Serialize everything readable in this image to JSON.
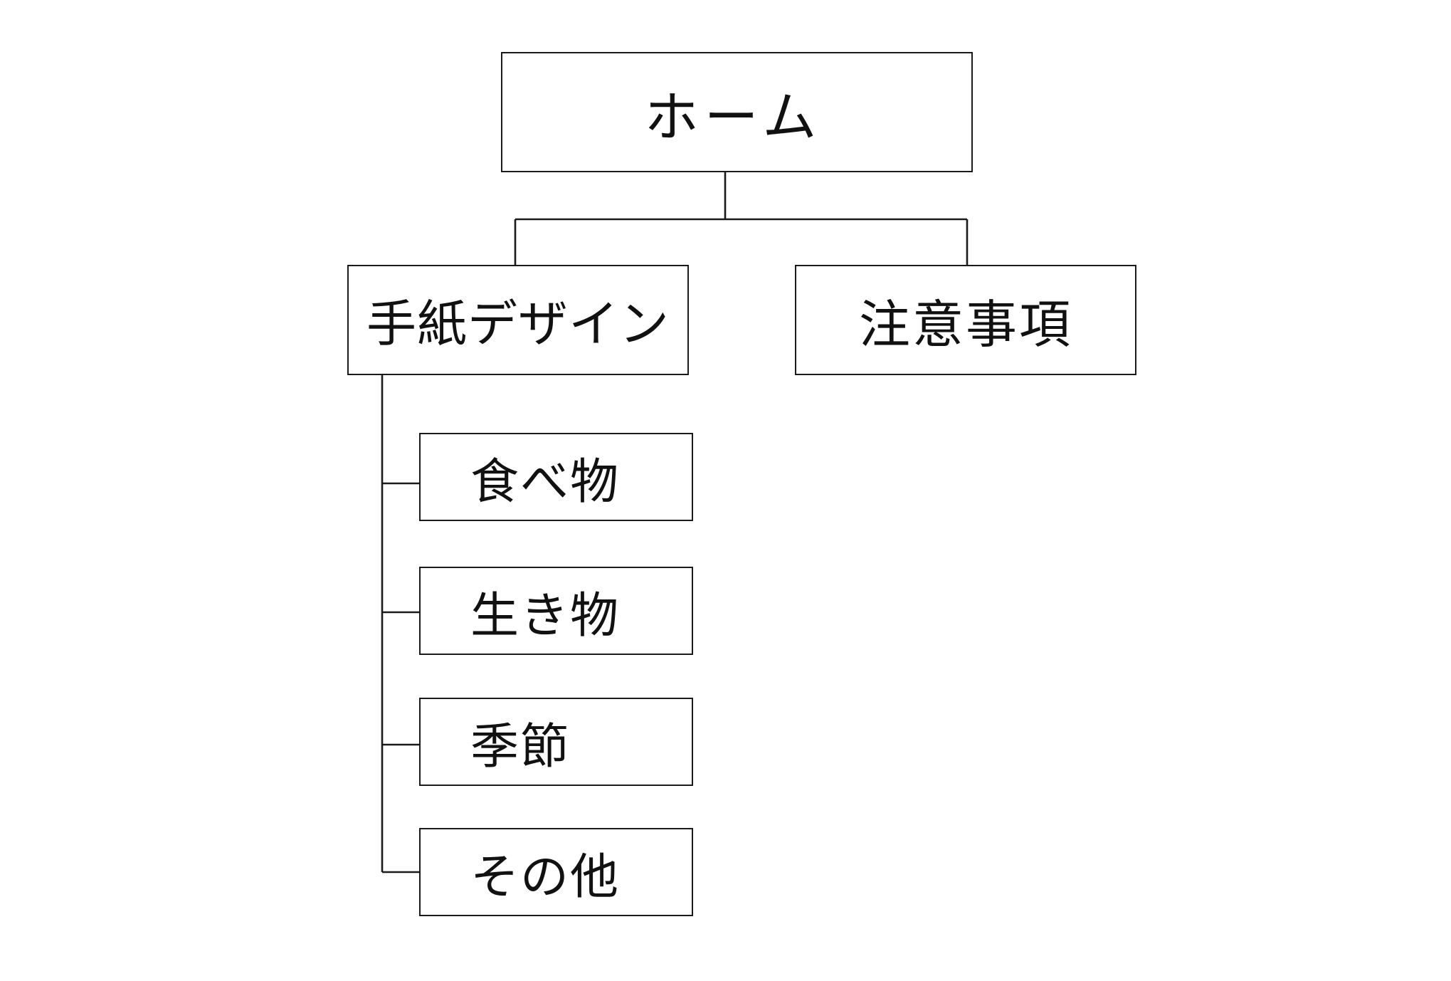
{
  "diagram": {
    "root": {
      "label": "ホーム"
    },
    "branches": [
      {
        "label": "手紙デザイン",
        "children": [
          {
            "label": "食べ物"
          },
          {
            "label": "生き物"
          },
          {
            "label": "季節"
          },
          {
            "label": "その他"
          }
        ]
      },
      {
        "label": "注意事項",
        "children": []
      }
    ]
  },
  "colors": {
    "line": "#1a1a1a",
    "box_fill": "#ffffff",
    "background": "#ffffff"
  }
}
